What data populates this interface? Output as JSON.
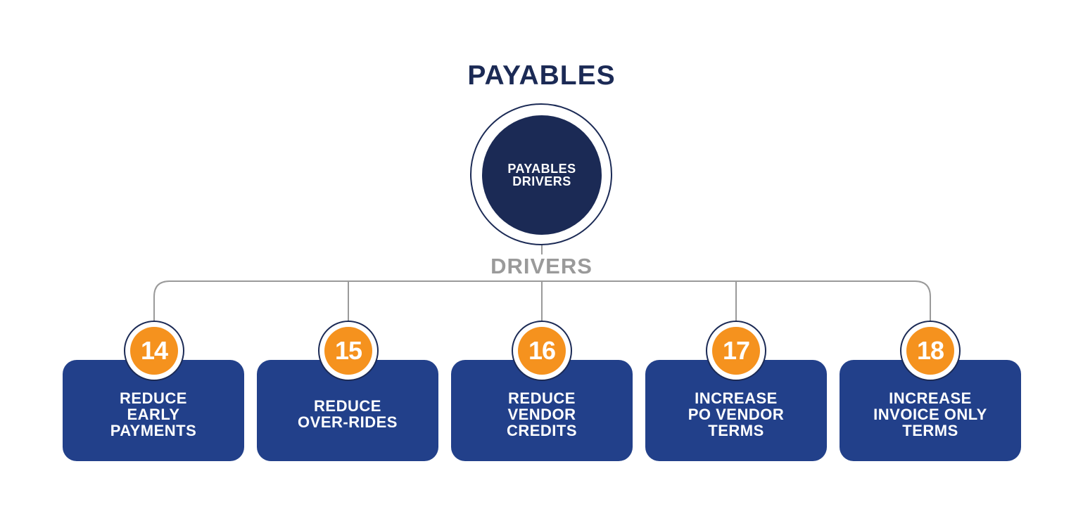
{
  "title": "PAYABLES",
  "hub": {
    "label": "PAYABLES DRIVERS"
  },
  "drivers_label": "DRIVERS",
  "colors": {
    "navy": "#1b2a55",
    "card_blue": "#22408a",
    "orange": "#f5921e",
    "gray": "#9a9a9a"
  },
  "drivers": [
    {
      "number": "14",
      "label": "REDUCE\nEARLY\nPAYMENTS"
    },
    {
      "number": "15",
      "label": "REDUCE\nOVER-RIDES"
    },
    {
      "number": "16",
      "label": "REDUCE\nVENDOR\nCREDITS"
    },
    {
      "number": "17",
      "label": "INCREASE\nPO VENDOR\nTERMS"
    },
    {
      "number": "18",
      "label": "INCREASE\nINVOICE ONLY\nTERMS"
    }
  ]
}
